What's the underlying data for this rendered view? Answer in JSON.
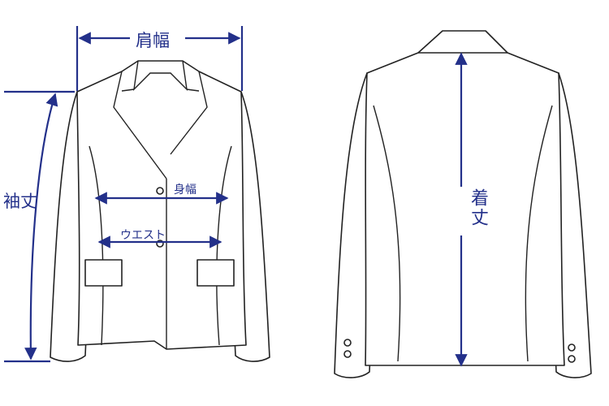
{
  "labels": {
    "shoulder_width": "肩幅",
    "sleeve_length": "袖丈",
    "body_width": "身幅",
    "waist": "ウエスト",
    "body_length": "着丈"
  },
  "colors": {
    "measure": "#23308a",
    "outline": "#222222"
  }
}
